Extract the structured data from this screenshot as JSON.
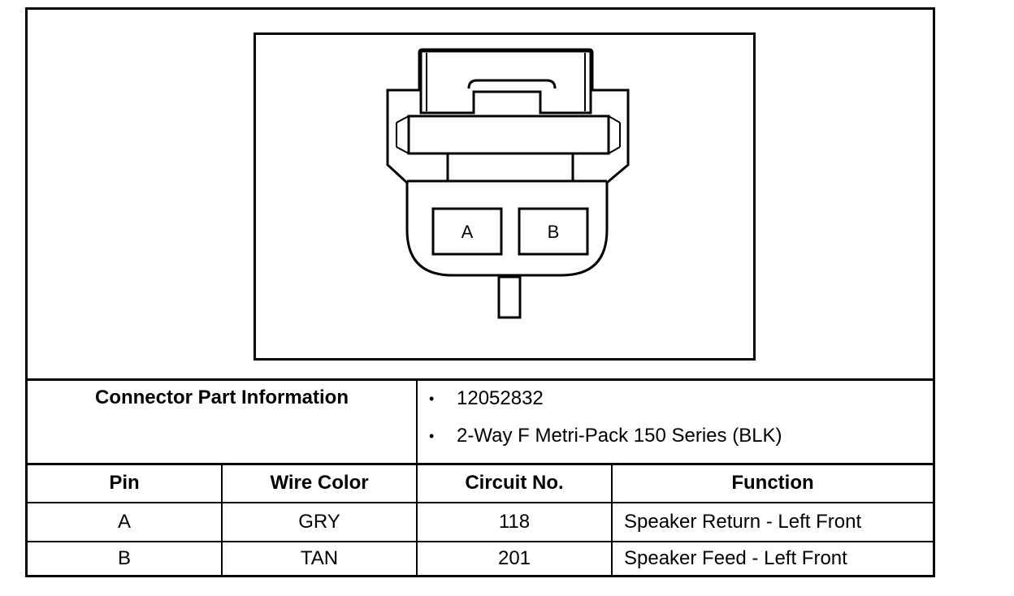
{
  "connector": {
    "pin_labels": [
      "A",
      "B"
    ]
  },
  "part_info": {
    "title": "Connector Part Information",
    "items": [
      "12052832",
      "2-Way F Metri-Pack 150 Series (BLK)"
    ]
  },
  "table": {
    "headers": [
      "Pin",
      "Wire Color",
      "Circuit No.",
      "Function"
    ],
    "rows": [
      [
        "A",
        "GRY",
        "118",
        "Speaker Return - Left Front"
      ],
      [
        "B",
        "TAN",
        "201",
        "Speaker Feed - Left Front"
      ]
    ]
  }
}
